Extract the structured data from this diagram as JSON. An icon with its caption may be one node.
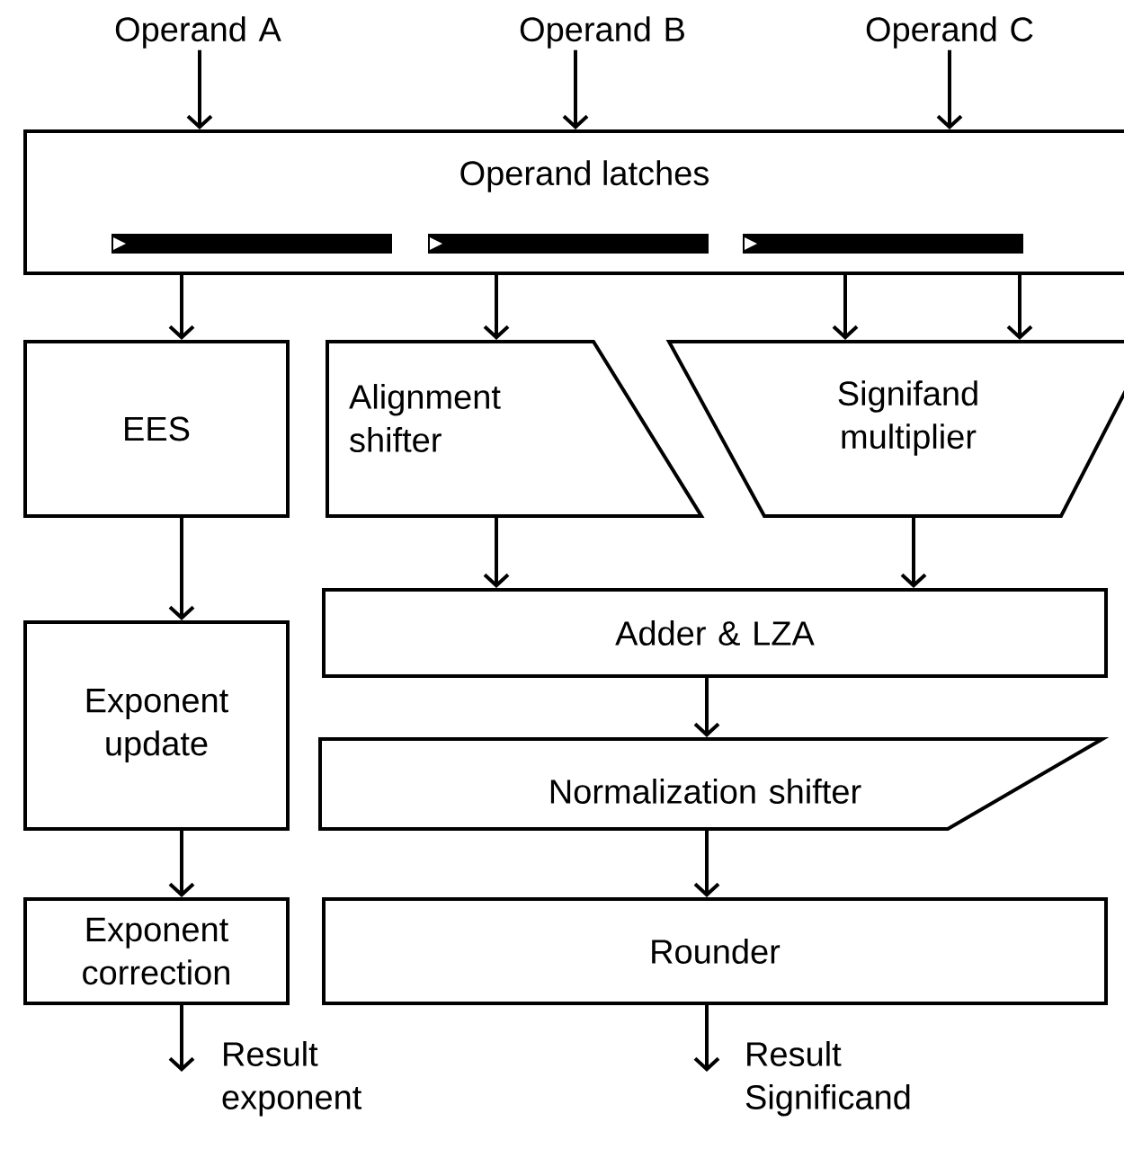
{
  "diagram": {
    "nodes": [
      {
        "text": [
          "Operand A"
        ]
      },
      {
        "text": [
          "Operand B"
        ]
      },
      {
        "text": [
          "Operand C"
        ]
      },
      {
        "text": [
          "Operand latches"
        ]
      },
      {
        "text": [
          "EES"
        ]
      },
      {
        "text": [
          "Alignment shifter"
        ]
      },
      {
        "text": [
          "Signifand multiplier"
        ]
      },
      {
        "text": [
          "Adder & LZA"
        ]
      },
      {
        "text": [
          "Exponent update"
        ]
      },
      {
        "text": [
          "Normalization shifter"
        ]
      },
      {
        "text": [
          "Exponent correction"
        ]
      },
      {
        "text": [
          "Rounder"
        ]
      },
      {
        "text": [
          "Result exponent"
        ]
      },
      {
        "text": [
          "Result Significand"
        ]
      }
    ],
    "edges": [
      {
        "from": 0,
        "to": 3,
        "arrow": "to"
      },
      {
        "from": 1,
        "to": 3,
        "arrow": "to"
      },
      {
        "from": 2,
        "to": 3,
        "arrow": "to"
      },
      {
        "from": 3,
        "to": 4,
        "arrow": "to"
      },
      {
        "from": 3,
        "to": 5,
        "arrow": "to"
      },
      {
        "from": 3,
        "to": 6,
        "arrow": "to"
      },
      {
        "from": 3,
        "to": 6,
        "arrow": "to"
      },
      {
        "from": 4,
        "to": 8,
        "arrow": "to"
      },
      {
        "from": 5,
        "to": 7,
        "arrow": "to"
      },
      {
        "from": 6,
        "to": 7,
        "arrow": "to"
      },
      {
        "from": 7,
        "to": 9,
        "arrow": "to"
      },
      {
        "from": 8,
        "to": 10,
        "arrow": "to"
      },
      {
        "from": 9,
        "to": 11,
        "arrow": "to"
      },
      {
        "from": 10,
        "to": 12,
        "arrow": "to"
      },
      {
        "from": 11,
        "to": 13,
        "arrow": "to"
      }
    ]
  }
}
